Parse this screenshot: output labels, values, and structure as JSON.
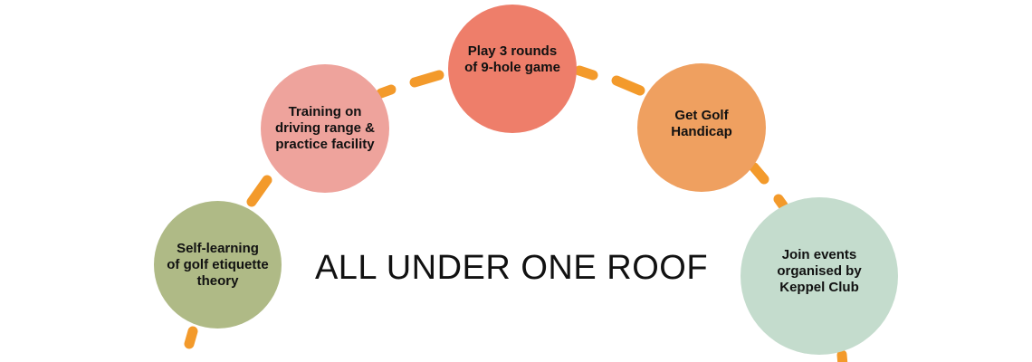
{
  "title": "ALL UNDER ONE ROOF",
  "colors": {
    "connector": "#f39a2b",
    "step1": "#afba86",
    "step2": "#eea39c",
    "step3": "#ee7e6a",
    "step4": "#efa060",
    "step5": "#c4dccd"
  },
  "steps": [
    {
      "label": "Self-learning\nof golf etiquette\ntheory"
    },
    {
      "label": "Training on\ndriving range &\npractice facility"
    },
    {
      "label": "Play 3 rounds\nof 9-hole game"
    },
    {
      "label": "Get Golf\nHandicap"
    },
    {
      "label": "Join events\norganised by\nKeppel Club"
    }
  ]
}
